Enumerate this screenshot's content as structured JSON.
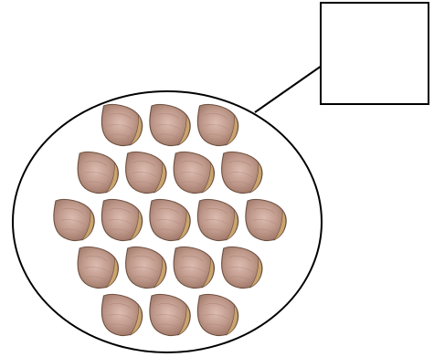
{
  "diagram": {
    "type": "seed-group-counting",
    "seed_rows": [
      3,
      4,
      5,
      4,
      3
    ],
    "seed_total": 19,
    "colors": {
      "seed_fill": "#bd978a",
      "seed_fill_light": "#d9b8ac",
      "seed_edge": "#7a5a4a",
      "seed_rim": "#c9a46c",
      "outline": "#000000"
    },
    "answer_box": {
      "text": ""
    }
  }
}
